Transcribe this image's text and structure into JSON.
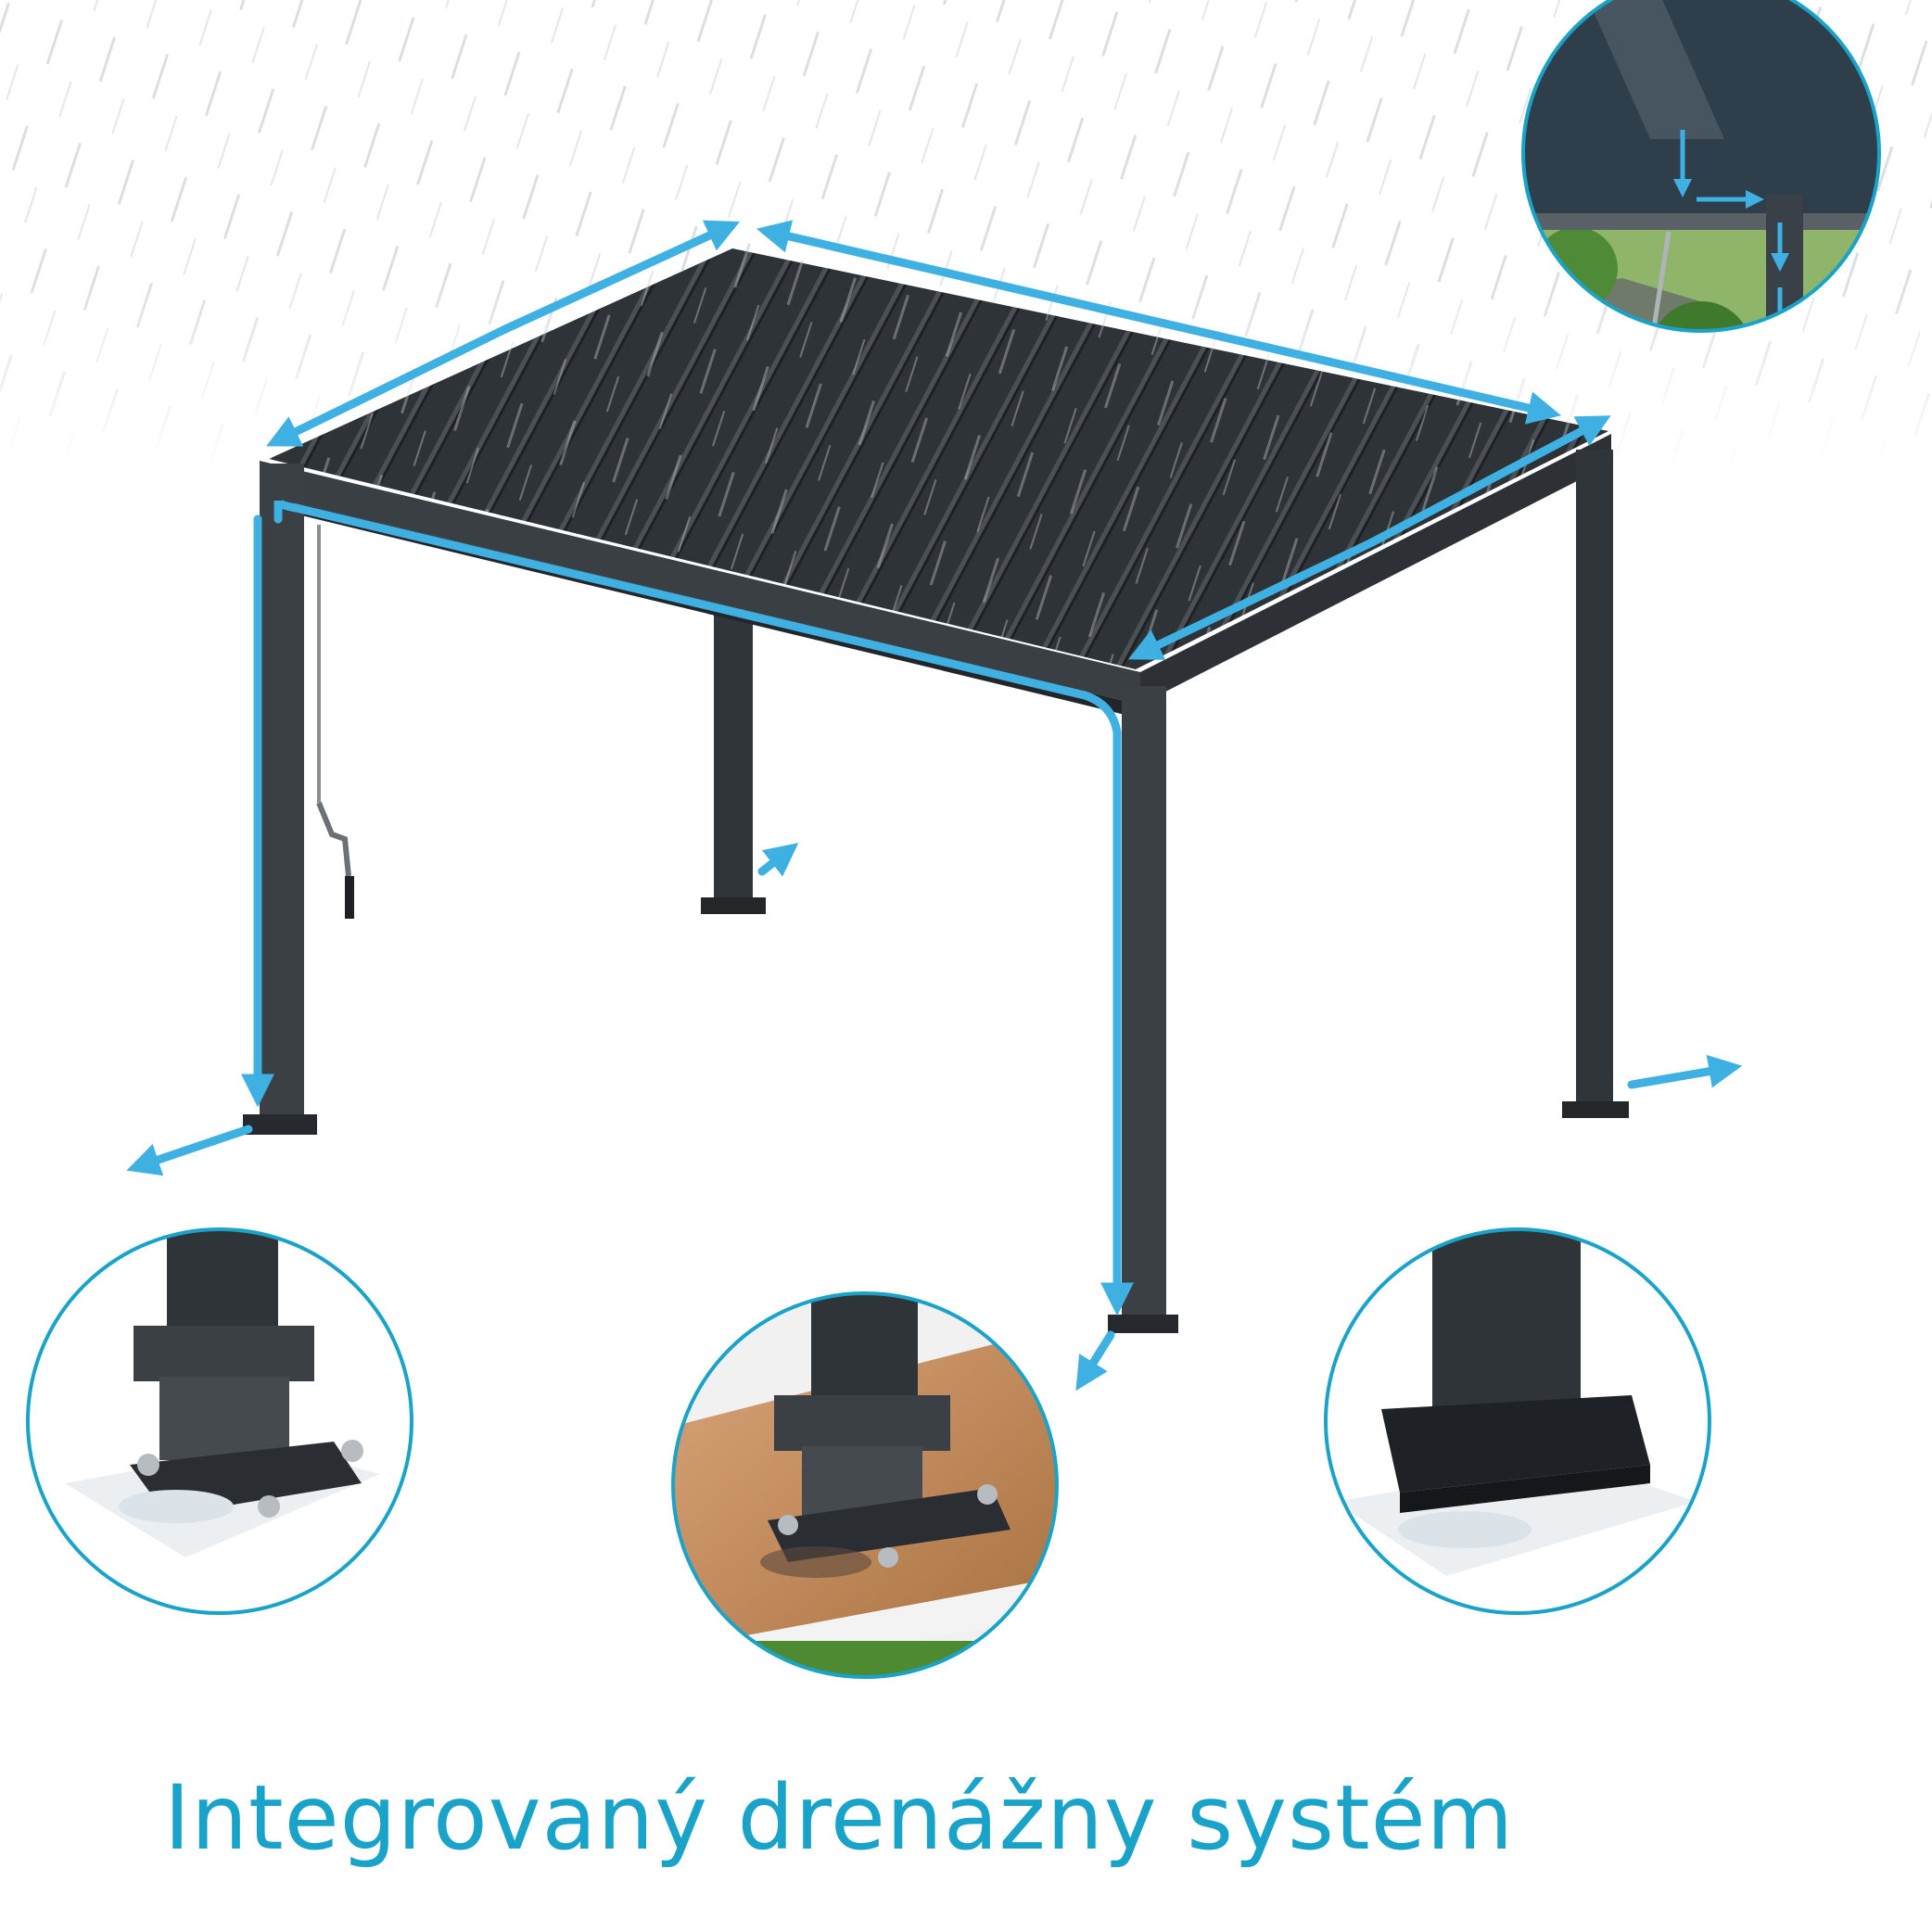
{
  "caption": "Integrovaný drenážny systém",
  "colors": {
    "accent": "#1aa3c9",
    "flow_arrow": "#3fb0e2",
    "frame": "#33383c",
    "roof": "#2b3034",
    "callout_border": "#1aa3c9",
    "rain_streak": "#d9dcdf",
    "wood_deck": "#c79065",
    "grass": "#5e9b3c"
  },
  "icons": {
    "rain": "rain-streaks",
    "flow": "water-flow-arrow",
    "crank": "crank-handle-icon",
    "puddle": "water-puddle-icon"
  },
  "callouts": [
    "gutter-detail",
    "post-base-concrete",
    "post-base-deck",
    "post-base-cover"
  ]
}
